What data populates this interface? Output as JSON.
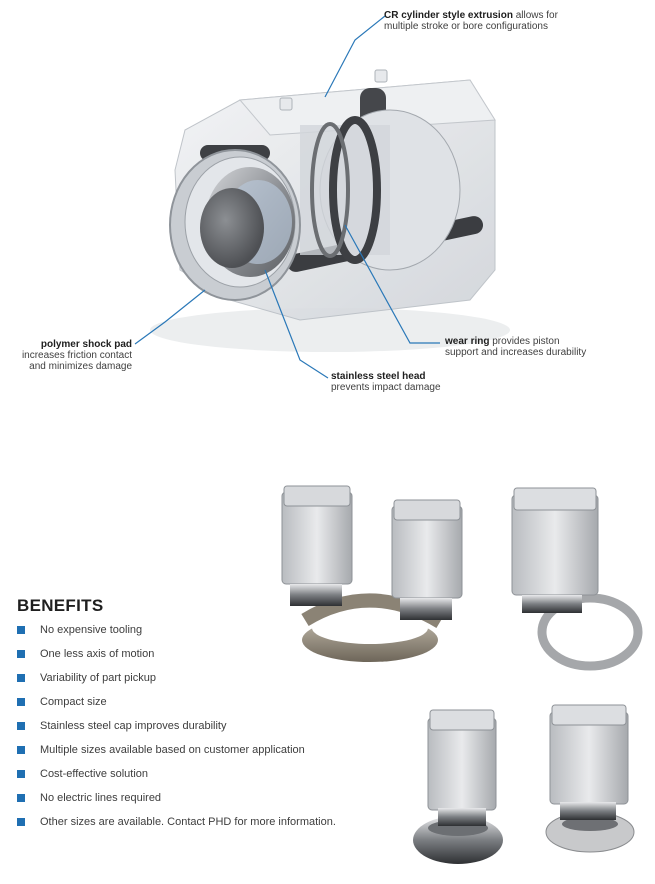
{
  "callouts": {
    "cr_cylinder": {
      "bold": "CR cylinder style extrusion",
      "rest1": " allows for",
      "rest2": "multiple stroke or bore configurations"
    },
    "shock_pad": {
      "bold": "polymer shock pad",
      "line2": "increases friction contact",
      "line3": "and minimizes damage"
    },
    "wear_ring": {
      "bold": "wear ring",
      "rest1": " provides piston",
      "rest2": "support and increases durability"
    },
    "steel_head": {
      "bold": "stainless steel head",
      "line2": "prevents impact damage"
    }
  },
  "benefits": {
    "title": "BENEFITS",
    "items": [
      "No expensive tooling",
      "One less axis of motion",
      "Variability of part pickup",
      "Compact size",
      "Stainless steel cap improves durability",
      "Multiple sizes available based on customer application",
      "Cost-effective solution",
      "No electric lines required",
      "Other sizes are available. Contact PHD for more information."
    ]
  },
  "colors": {
    "bullet": "#1f6fb2",
    "leader_line": "#2a78b8"
  }
}
